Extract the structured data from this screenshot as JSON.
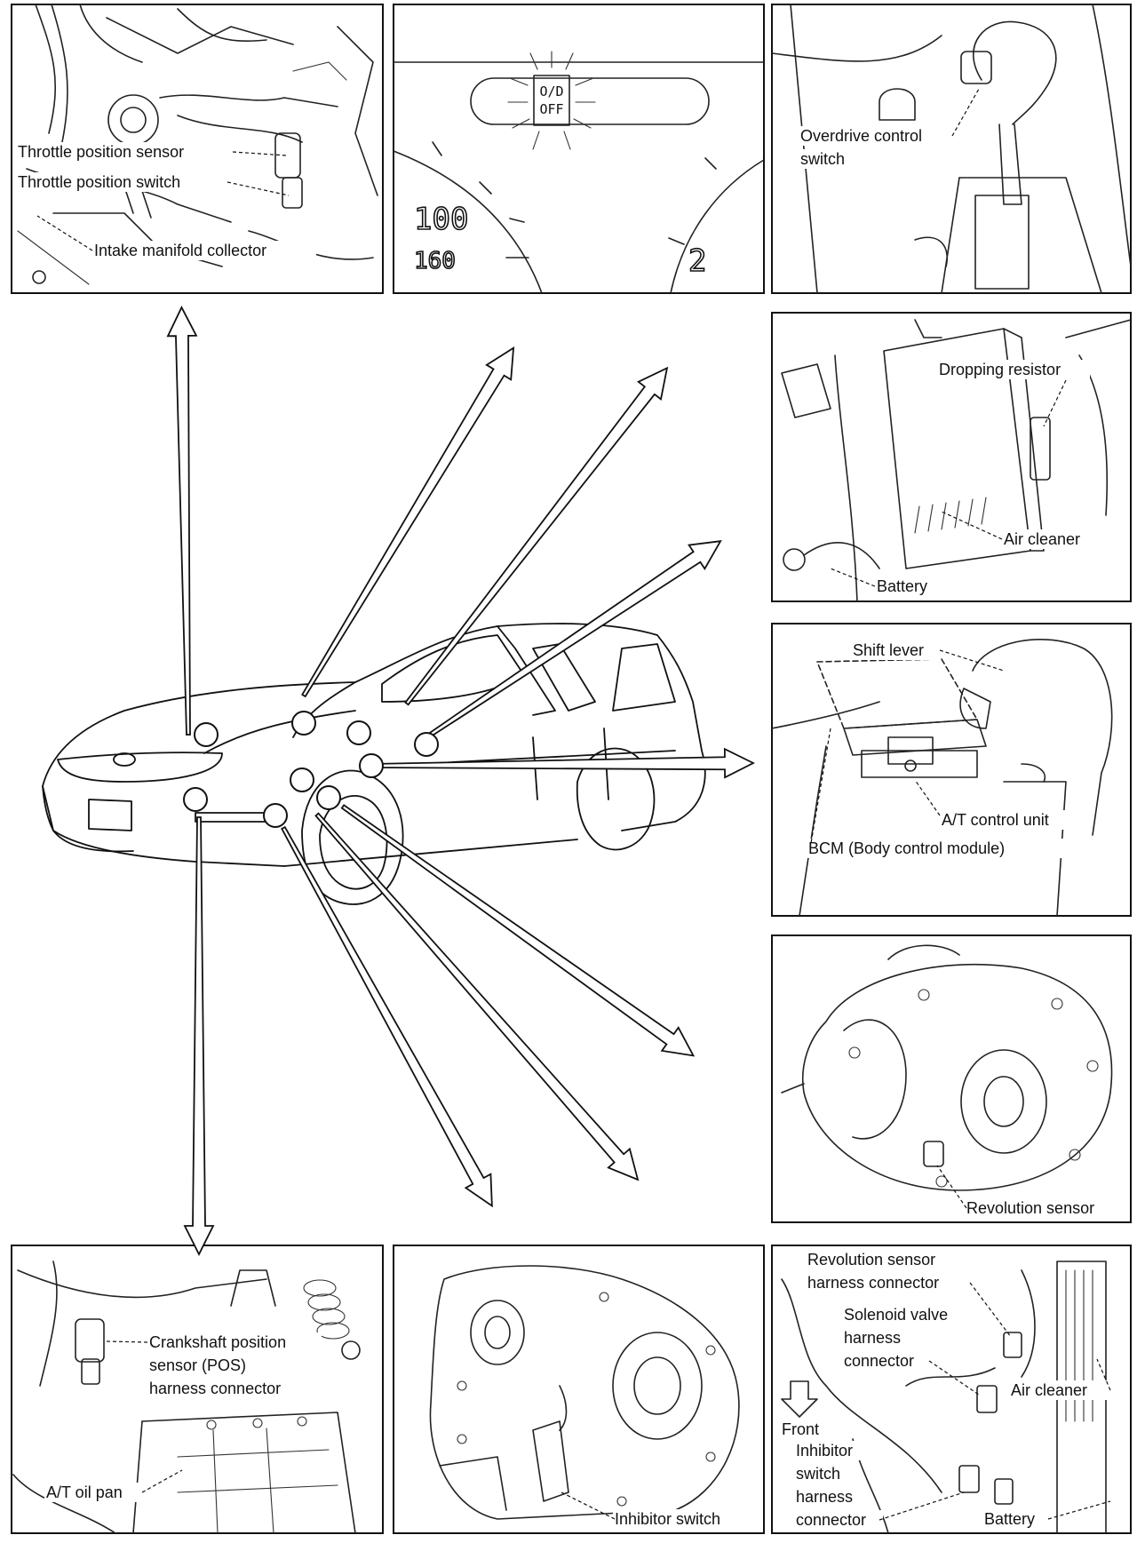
{
  "panels": {
    "throttle": {
      "labels": [
        "Throttle position sensor",
        "Throttle position switch",
        "Intake manifold collector"
      ]
    },
    "cluster": {
      "indicator_line1": "O/D",
      "indicator_line2": "OFF",
      "gauge_left_top": "100",
      "gauge_left_bottom": "160",
      "gauge_right": "2"
    },
    "overdrive": {
      "label_line1": "Overdrive control",
      "label_line2": "switch"
    },
    "battery_area": {
      "labels": [
        "Dropping resistor",
        "Air cleaner",
        "Battery"
      ]
    },
    "console": {
      "labels": [
        "Shift lever",
        "A/T control unit",
        "BCM (Body control module)"
      ]
    },
    "transaxle_rev": {
      "labels": [
        "Revolution sensor"
      ]
    },
    "crankshaft": {
      "label_lines": [
        "Crankshaft position",
        "sensor (POS)",
        "harness connector"
      ],
      "oil_pan": "A/T oil pan"
    },
    "inhibitor": {
      "labels": [
        "Inhibitor switch"
      ]
    },
    "connectors": {
      "rev_lines": [
        "Revolution sensor",
        "harness connector"
      ],
      "sol_lines": [
        "Solenoid valve",
        "harness",
        "connector"
      ],
      "air_cleaner": "Air cleaner",
      "front": "Front",
      "inh_lines": [
        "Inhibitor",
        "switch",
        "harness",
        "connector"
      ],
      "battery": "Battery"
    }
  }
}
